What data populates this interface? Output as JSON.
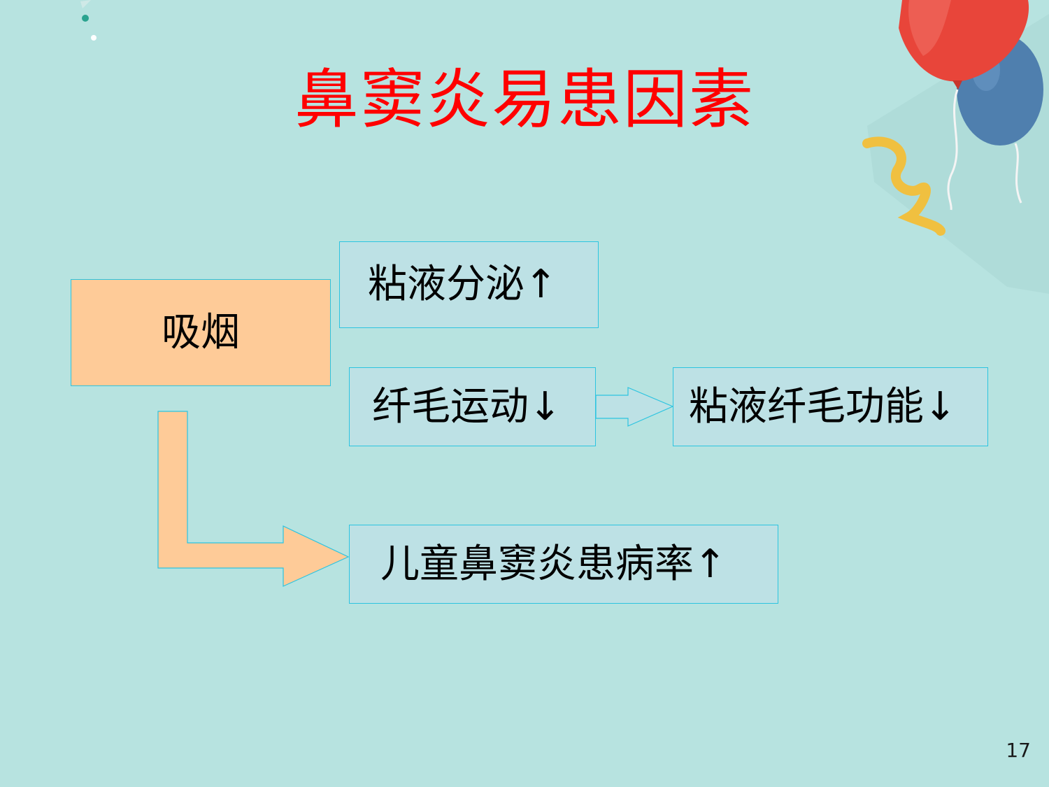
{
  "slide": {
    "title": "鼻窦炎易患因素",
    "page_number": "17",
    "nodes": {
      "smoking": "吸烟",
      "mucus_secretion": "粘液分泌↑",
      "cilia_movement": "纤毛运动↓",
      "mucociliary_function": "粘液纤毛功能↓",
      "children_incidence": "儿童鼻窦炎患病率↑"
    }
  },
  "colors": {
    "background": "#b7e3e0",
    "title": "#ff0000",
    "box_fill_blue": "#bde1e5",
    "box_fill_peach": "#fecb98",
    "box_border": "#2cc4e0",
    "balloon_red": "#e8453a",
    "balloon_blue": "#4f7fae",
    "ribbon": "#f0c040"
  },
  "icons": [
    "balloon-decoration-icon",
    "ribbon-decoration-icon",
    "confetti-decoration-icon"
  ]
}
